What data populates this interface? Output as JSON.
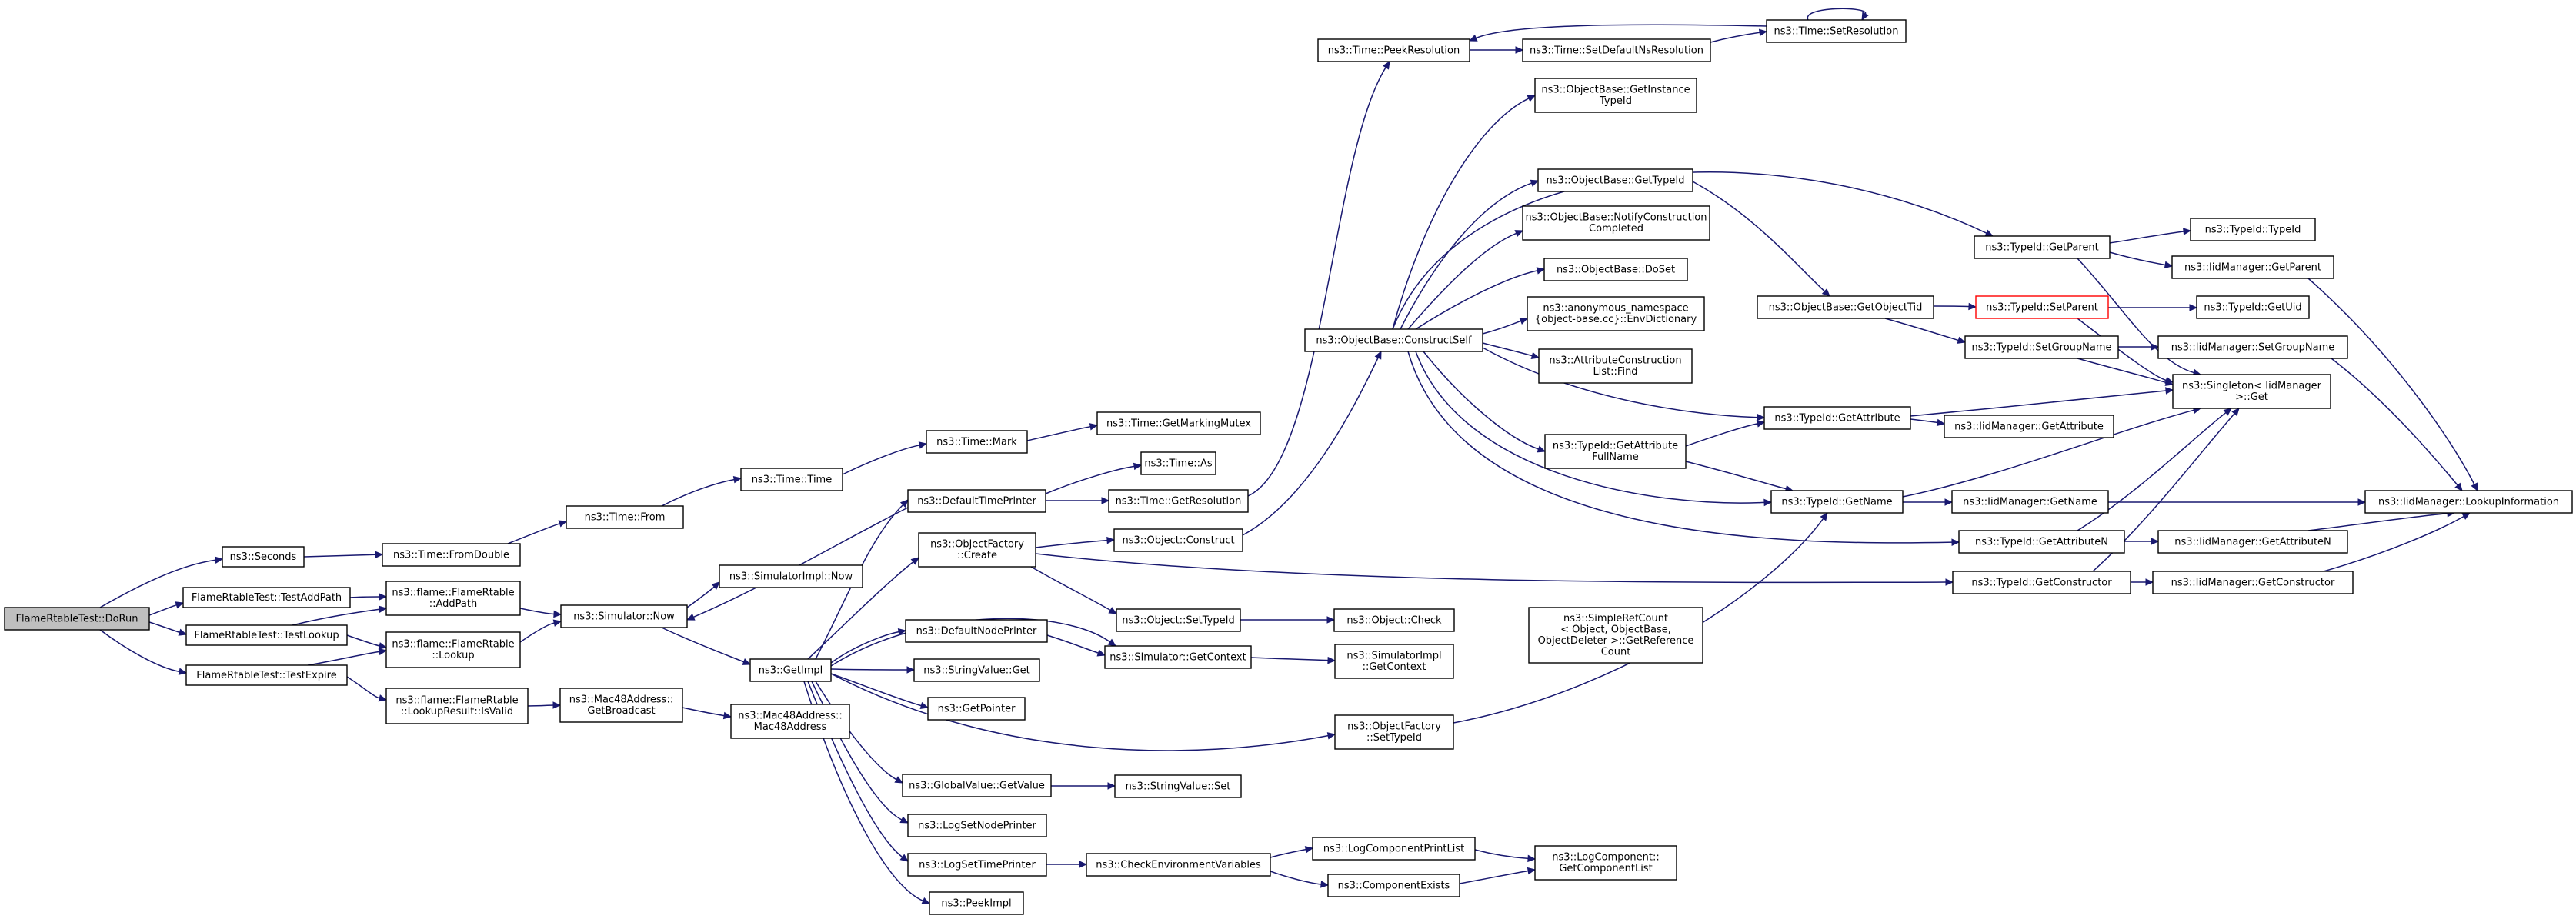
{
  "graph": {
    "nodes": [
      {
        "id": "dorun",
        "lines": [
          "FlameRtableTest::DoRun"
        ]
      },
      {
        "id": "seconds",
        "lines": [
          "ns3::Seconds"
        ]
      },
      {
        "id": "testaddpath",
        "lines": [
          "FlameRtableTest::TestAddPath"
        ]
      },
      {
        "id": "testlookup",
        "lines": [
          "FlameRtableTest::TestLookup"
        ]
      },
      {
        "id": "testexpire",
        "lines": [
          "FlameRtableTest::TestExpire"
        ]
      },
      {
        "id": "fromdouble",
        "lines": [
          "ns3::Time::FromDouble"
        ]
      },
      {
        "id": "addpath",
        "lines": [
          "ns3::flame::FlameRtable",
          "::AddPath"
        ]
      },
      {
        "id": "lookup",
        "lines": [
          "ns3::flame::FlameRtable",
          "::Lookup"
        ]
      },
      {
        "id": "isvalid",
        "lines": [
          "ns3::flame::FlameRtable",
          "::LookupResult::IsValid"
        ]
      },
      {
        "id": "from",
        "lines": [
          "ns3::Time::From"
        ]
      },
      {
        "id": "simnow",
        "lines": [
          "ns3::Simulator::Now"
        ]
      },
      {
        "id": "getbroadcast",
        "lines": [
          "ns3::Mac48Address::",
          "GetBroadcast"
        ]
      },
      {
        "id": "timetime",
        "lines": [
          "ns3::Time::Time"
        ]
      },
      {
        "id": "simimplnow",
        "lines": [
          "ns3::SimulatorImpl::Now"
        ]
      },
      {
        "id": "getimpl",
        "lines": [
          "ns3::GetImpl"
        ]
      },
      {
        "id": "mac48",
        "lines": [
          "ns3::Mac48Address::",
          "Mac48Address"
        ]
      },
      {
        "id": "timemark",
        "lines": [
          "ns3::Time::Mark"
        ]
      },
      {
        "id": "deftimeprinter",
        "lines": [
          "ns3::DefaultTimePrinter"
        ]
      },
      {
        "id": "objfactcreate",
        "lines": [
          "ns3::ObjectFactory",
          "::Create"
        ]
      },
      {
        "id": "defnodeprinter",
        "lines": [
          "ns3::DefaultNodePrinter"
        ]
      },
      {
        "id": "strvalget",
        "lines": [
          "ns3::StringValue::Get"
        ]
      },
      {
        "id": "getpointer",
        "lines": [
          "ns3::GetPointer"
        ]
      },
      {
        "id": "globalvalget",
        "lines": [
          "ns3::GlobalValue::GetValue"
        ]
      },
      {
        "id": "logsetnode",
        "lines": [
          "ns3::LogSetNodePrinter"
        ]
      },
      {
        "id": "logsettime",
        "lines": [
          "ns3::LogSetTimePrinter"
        ]
      },
      {
        "id": "peekimpl",
        "lines": [
          "ns3::PeekImpl"
        ]
      },
      {
        "id": "getmarkingmutex",
        "lines": [
          "ns3::Time::GetMarkingMutex"
        ]
      },
      {
        "id": "timeas",
        "lines": [
          "ns3::Time::As"
        ]
      },
      {
        "id": "getresolution",
        "lines": [
          "ns3::Time::GetResolution"
        ]
      },
      {
        "id": "objconstruct",
        "lines": [
          "ns3::Object::Construct"
        ]
      },
      {
        "id": "objsettypeid",
        "lines": [
          "ns3::Object::SetTypeId"
        ]
      },
      {
        "id": "simgetcontext",
        "lines": [
          "ns3::Simulator::GetContext"
        ]
      },
      {
        "id": "strvalset",
        "lines": [
          "ns3::StringValue::Set"
        ]
      },
      {
        "id": "checkenv",
        "lines": [
          "ns3::CheckEnvironmentVariables"
        ]
      },
      {
        "id": "peekresolution",
        "lines": [
          "ns3::Time::PeekResolution"
        ]
      },
      {
        "id": "constructself",
        "lines": [
          "ns3::ObjectBase::ConstructSelf"
        ]
      },
      {
        "id": "objcheck",
        "lines": [
          "ns3::Object::Check"
        ]
      },
      {
        "id": "simimplgetctx",
        "lines": [
          "ns3::SimulatorImpl",
          "::GetContext"
        ]
      },
      {
        "id": "ofsettypeid",
        "lines": [
          "ns3::ObjectFactory",
          "::SetTypeId"
        ]
      },
      {
        "id": "logcompprint",
        "lines": [
          "ns3::LogComponentPrintList"
        ]
      },
      {
        "id": "compexists",
        "lines": [
          "ns3::ComponentExists"
        ]
      },
      {
        "id": "setdefaultns",
        "lines": [
          "ns3::Time::SetDefaultNsResolution"
        ]
      },
      {
        "id": "obgetinstance",
        "lines": [
          "ns3::ObjectBase::GetInstance",
          "TypeId"
        ]
      },
      {
        "id": "obgettypeid",
        "lines": [
          "ns3::ObjectBase::GetTypeId"
        ]
      },
      {
        "id": "obnotify",
        "lines": [
          "ns3::ObjectBase::NotifyConstruction",
          "Completed"
        ]
      },
      {
        "id": "obdoset",
        "lines": [
          "ns3::ObjectBase::DoSet"
        ]
      },
      {
        "id": "envdict",
        "lines": [
          "ns3::anonymous_namespace",
          "{object-base.cc}::EnvDictionary"
        ]
      },
      {
        "id": "attrconstfind",
        "lines": [
          "ns3::AttributeConstruction",
          "List::Find"
        ]
      },
      {
        "id": "tidgetattrfull",
        "lines": [
          "ns3::TypeId::GetAttribute",
          "FullName"
        ]
      },
      {
        "id": "simplerefcount",
        "lines": [
          "ns3::SimpleRefCount",
          "< Object, ObjectBase,",
          "ObjectDeleter >::GetReference",
          "Count"
        ]
      },
      {
        "id": "getcomplist",
        "lines": [
          "ns3::LogComponent::",
          "GetComponentList"
        ]
      },
      {
        "id": "setresolution",
        "lines": [
          "ns3::Time::SetResolution"
        ]
      },
      {
        "id": "obgetobjecttid",
        "lines": [
          "ns3::ObjectBase::GetObjectTid"
        ]
      },
      {
        "id": "tidgetattr",
        "lines": [
          "ns3::TypeId::GetAttribute"
        ]
      },
      {
        "id": "tidgetname",
        "lines": [
          "ns3::TypeId::GetName"
        ]
      },
      {
        "id": "tidgetparent",
        "lines": [
          "ns3::TypeId::GetParent"
        ]
      },
      {
        "id": "tidsetparent",
        "lines": [
          "ns3::TypeId::SetParent"
        ]
      },
      {
        "id": "tidsetgroupname",
        "lines": [
          "ns3::TypeId::SetGroupName"
        ]
      },
      {
        "id": "tidgetattrn",
        "lines": [
          "ns3::TypeId::GetAttributeN"
        ]
      },
      {
        "id": "tidgetconstructor",
        "lines": [
          "ns3::TypeId::GetConstructor"
        ]
      },
      {
        "id": "tidtypeid",
        "lines": [
          "ns3::TypeId::TypeId"
        ]
      },
      {
        "id": "iidgetparent",
        "lines": [
          "ns3::IidManager::GetParent"
        ]
      },
      {
        "id": "tidgetuid",
        "lines": [
          "ns3::TypeId::GetUid"
        ]
      },
      {
        "id": "iidsetgroupname",
        "lines": [
          "ns3::IidManager::SetGroupName"
        ]
      },
      {
        "id": "singletonget",
        "lines": [
          "ns3::Singleton< IidManager",
          " >::Get"
        ]
      },
      {
        "id": "iidgetattr",
        "lines": [
          "ns3::IidManager::GetAttribute"
        ]
      },
      {
        "id": "iidgetname",
        "lines": [
          "ns3::IidManager::GetName"
        ]
      },
      {
        "id": "iidgetattrn",
        "lines": [
          "ns3::IidManager::GetAttributeN"
        ]
      },
      {
        "id": "iidgetconstructor",
        "lines": [
          "ns3::IidManager::GetConstructor"
        ]
      },
      {
        "id": "iidlookupinfo",
        "lines": [
          "ns3::IidManager::LookupInformation"
        ]
      }
    ]
  }
}
